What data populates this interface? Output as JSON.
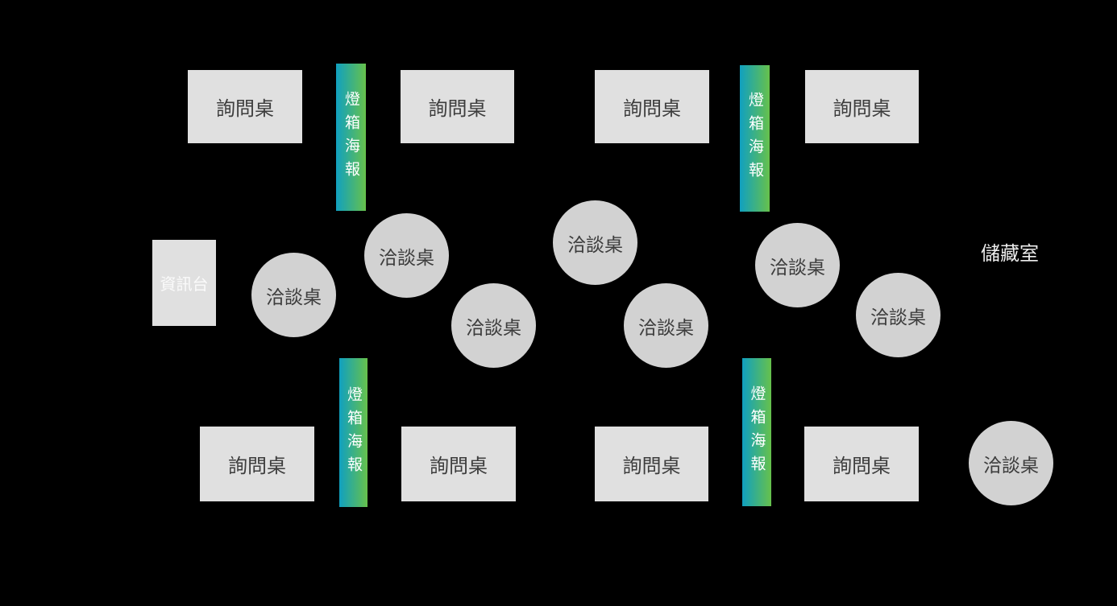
{
  "labels": {
    "inquiry_desk": "詢問桌",
    "discussion_table": "洽談桌",
    "info_desk": "資訊台",
    "storage_room": "儲藏室",
    "lightbox_poster": "燈箱海報"
  },
  "colors": {
    "background": "#000000",
    "desk_fill": "#e0e0e0",
    "desk_text": "#3d3d3d",
    "table_fill": "#d2d2d2",
    "table_text": "#3d3d3d",
    "info_desk_fill": "#e0e0e0",
    "info_desk_text": "#fafafa",
    "poster_gradient_left": "#10a0c0",
    "poster_gradient_right": "#67c14b",
    "poster_text": "#ffffff",
    "storage_text": "#ededed"
  },
  "elements": {
    "inquiry_desk_count": 8,
    "discussion_table_count": 8,
    "lightbox_poster_count": 4,
    "info_desk_count": 1,
    "storage_room_count": 1
  }
}
